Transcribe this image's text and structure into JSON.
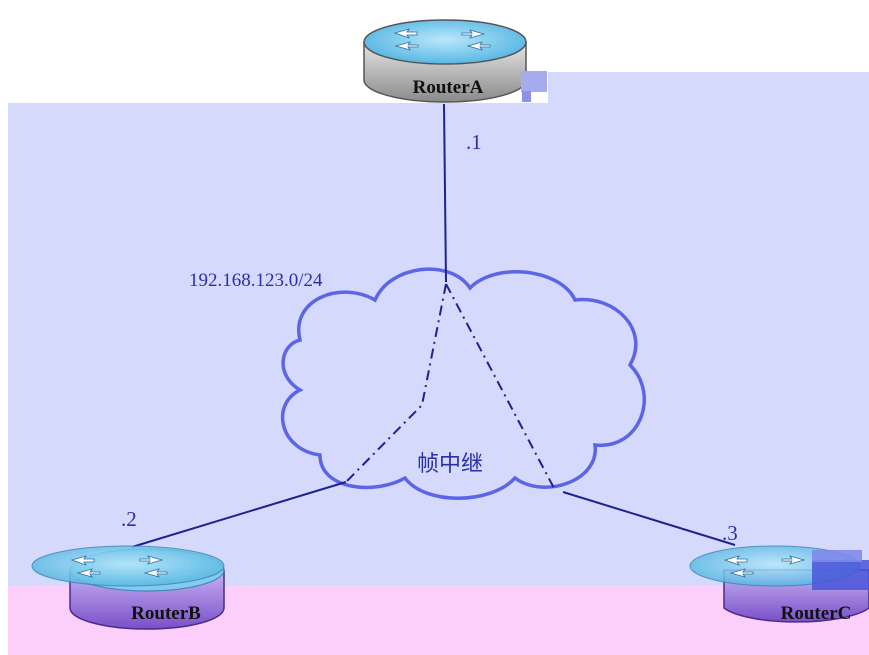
{
  "diagram": {
    "subnet_label": "192.168.123.0/24",
    "cloud_label": "帧中继",
    "routers": [
      {
        "name": "RouterA",
        "host": ".1"
      },
      {
        "name": "RouterB",
        "host": ".2"
      },
      {
        "name": "RouterC",
        "host": ".3"
      }
    ]
  },
  "colors": {
    "background_blue": "#d5d9fb",
    "background_pink": "#fccffa",
    "link_line": "#1c2290",
    "cloud_stroke": "#5b66e6",
    "router_top": "#7fd0f2",
    "router_a_base": "#a8a8a8",
    "router_bc_base": "#9a78d6"
  }
}
